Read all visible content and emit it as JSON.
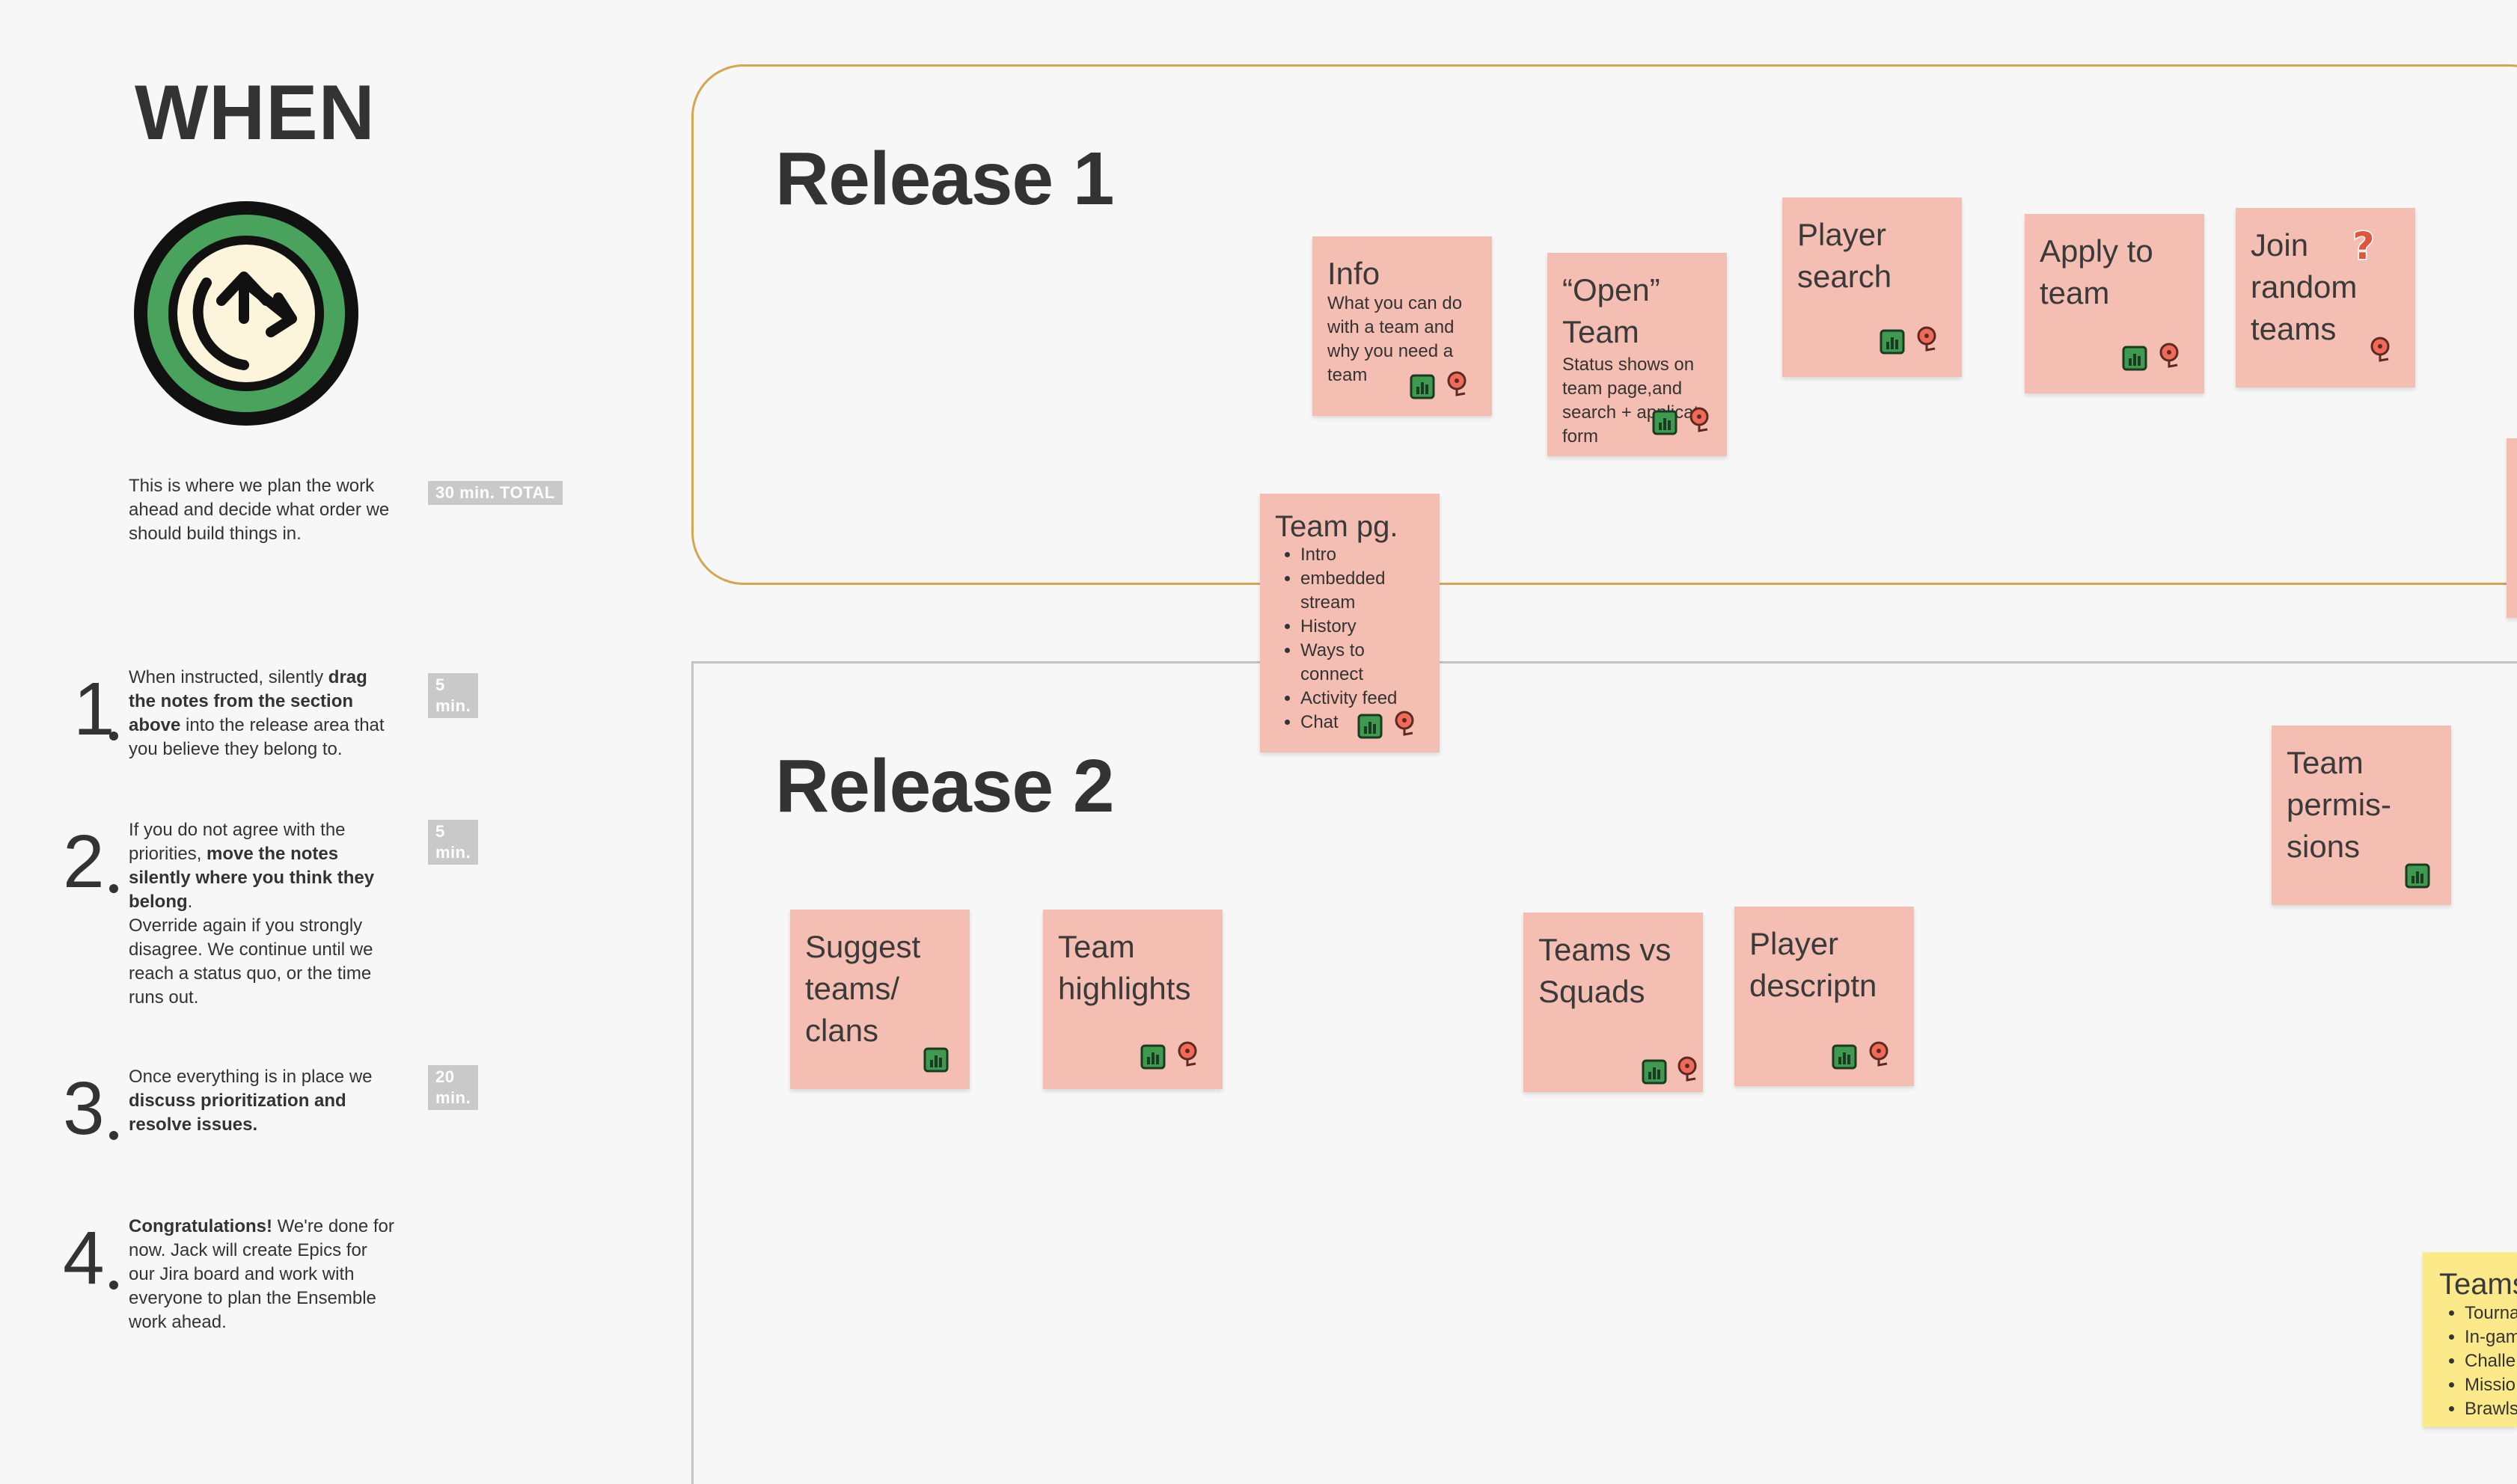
{
  "left": {
    "heading": "WHEN",
    "intro": "This is where we plan the work ahead and decide what order we should build things in.",
    "total_badge": "30 min. TOTAL",
    "steps": [
      {
        "num": "1",
        "badge": "5 min.",
        "pre": "When instructed, silently ",
        "bold": "drag the notes from the section above",
        "post": " into the release area that you believe they belong to."
      },
      {
        "num": "2",
        "badge": "5 min.",
        "pre": "If you do not agree with the priorities, ",
        "bold": "move the notes silently where you think they belong",
        "post": ".",
        "extra": "Override again if you strongly disagree. We continue until we reach a status quo, or the time runs out."
      },
      {
        "num": "3",
        "badge": "20 min.",
        "pre": "Once everything is in place we ",
        "bold": "discuss prioritization and resolve issues.",
        "post": ""
      },
      {
        "num": "4",
        "badge": "",
        "pre": "",
        "bold": "Congratulations!",
        "post": " We're done for now. Jack will create Epics for our Jira board and work with everyone to plan the Ensemble work ahead."
      }
    ]
  },
  "release1": {
    "title": "Release 1",
    "notes": {
      "info": {
        "title": "Info",
        "desc": "What you can do with a team and why you need a team"
      },
      "open_team": {
        "title": "“Open” Team",
        "desc": "Status shows on team page,and search + applicat form"
      },
      "player_search": {
        "title": "Player search"
      },
      "apply": {
        "title": "Apply to team"
      },
      "join": {
        "title": "Join random teams"
      }
    }
  },
  "team_pg": {
    "title": "Team pg.",
    "items": [
      "Intro",
      "embedded stream",
      "History",
      "Ways to connect",
      "Activity feed",
      "Chat"
    ]
  },
  "release2": {
    "title": "Release 2",
    "notes": {
      "suggest": {
        "title": "Suggest teams/ clans"
      },
      "highlights": {
        "title": "Team highlights"
      },
      "teams_vs": {
        "title": "Teams vs Squads"
      },
      "player_desc": {
        "title": "Player descriptn"
      },
      "permissions": {
        "title": "Team permis- sions"
      },
      "yellow": {
        "title": "Teams",
        "items": [
          "Tourna",
          "In-gam",
          "Challe",
          "Missio",
          "Brawls"
        ]
      }
    }
  },
  "icons": {
    "chart": "bar-chart-icon",
    "pin": "map-pin-icon",
    "question": "question-mark-icon",
    "clock": "clock-refresh-icon"
  },
  "colors": {
    "note_pink": "#f4bfb2",
    "note_yellow": "#fbe98a",
    "release1_border": "#d3a650",
    "clock_green": "#4aa35c"
  }
}
